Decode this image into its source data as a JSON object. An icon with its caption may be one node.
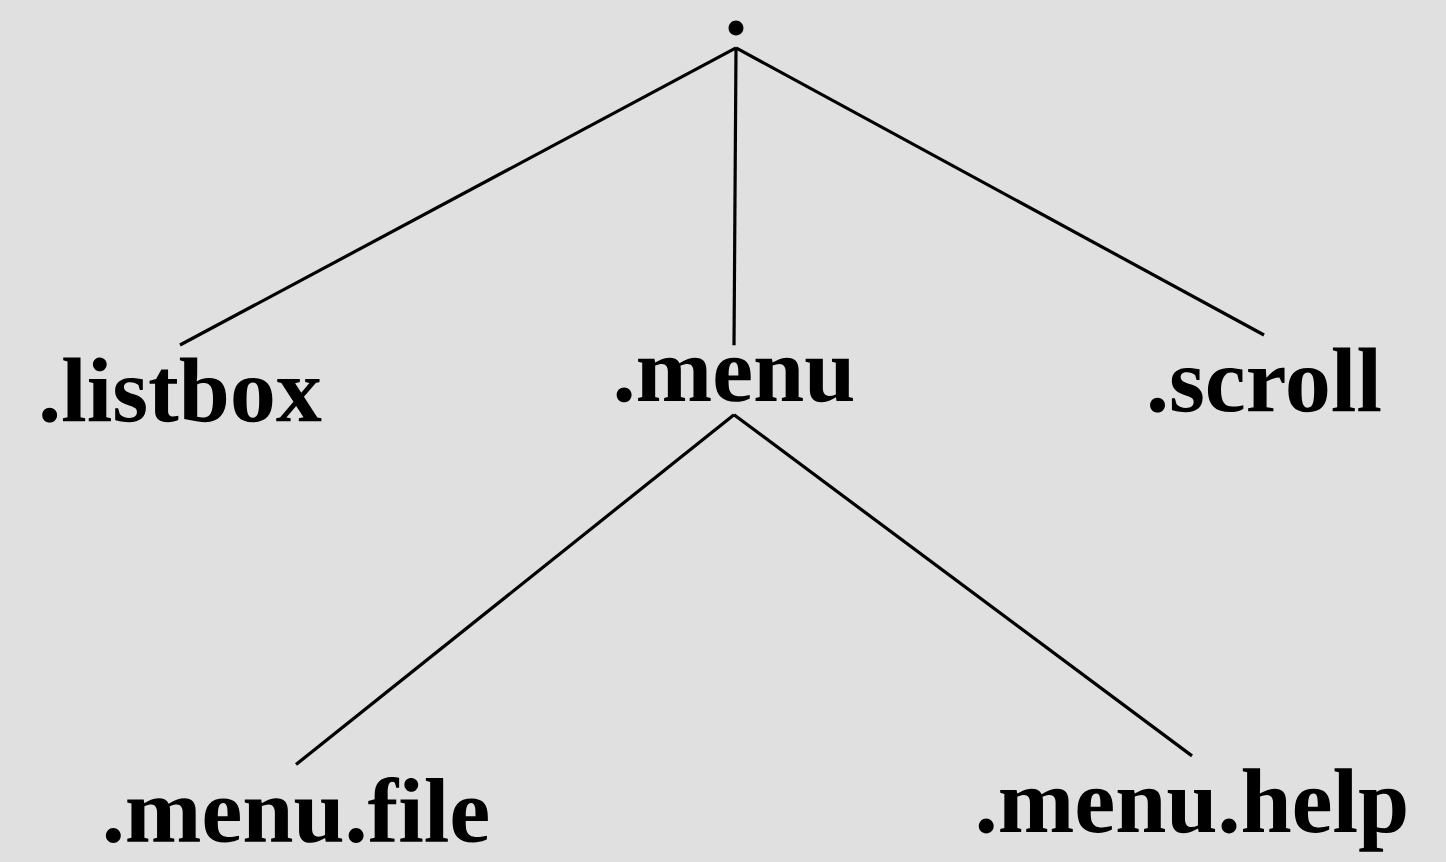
{
  "diagram": {
    "nodes": [
      {
        "text": [
          "."
        ]
      },
      {
        "text": [
          ".listbox"
        ]
      },
      {
        "text": [
          ".menu"
        ]
      },
      {
        "text": [
          ".scroll"
        ]
      },
      {
        "text": [
          ".menu.file"
        ]
      },
      {
        "text": [
          ".menu.help"
        ]
      }
    ],
    "edges": [
      {
        "from": 0,
        "to": 1,
        "arrow": "none"
      },
      {
        "from": 0,
        "to": 2,
        "arrow": "none"
      },
      {
        "from": 0,
        "to": 3,
        "arrow": "none"
      },
      {
        "from": 2,
        "to": 4,
        "arrow": "none"
      },
      {
        "from": 2,
        "to": 5,
        "arrow": "none"
      }
    ]
  }
}
